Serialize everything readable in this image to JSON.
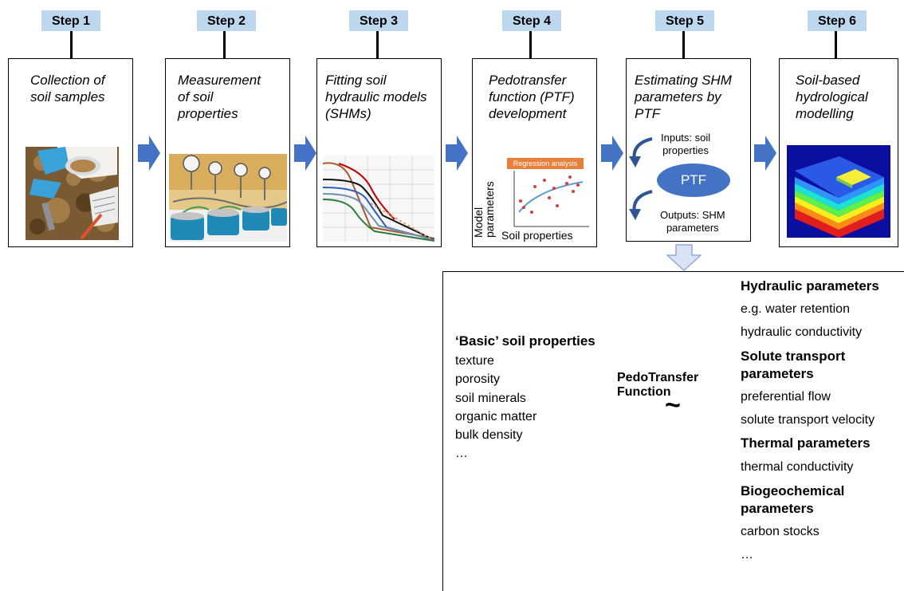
{
  "steps": [
    {
      "label": "Step 1",
      "title": "Collection of\nsoil samples"
    },
    {
      "label": "Step 2",
      "title": "Measurement\nof soil\nproperties"
    },
    {
      "label": "Step 3",
      "title": "Fitting soil\nhydraulic models\n(SHMs)"
    },
    {
      "label": "Step 4",
      "title": "Pedotransfer\nfunction (PTF)\ndevelopment"
    },
    {
      "label": "Step 5",
      "title": "Estimating SHM\nparameters by\nPTF"
    },
    {
      "label": "Step 6",
      "title": "Soil-based\nhydrological\nmodelling"
    }
  ],
  "step4_figure": {
    "banner": "Regression analysis",
    "ylabel_line1": "Model",
    "ylabel_line2": "parameters",
    "xlabel": "Soil properties"
  },
  "step5_figure": {
    "inputs_line1": "Inputs: soil",
    "inputs_line2": "properties",
    "ptf": "PTF",
    "outputs_line1": "Outputs: SHM",
    "outputs_line2": "parameters"
  },
  "detail": {
    "basic_heading": "‘Basic’ soil properties",
    "basic_items": [
      "texture",
      "porosity",
      "soil minerals",
      "organic matter",
      "bulk density",
      "…"
    ],
    "ptf_line1": "PedoTransfer",
    "ptf_line2": "Function",
    "tilde": "~",
    "groups": [
      {
        "heading": "Hydraulic parameters",
        "items": [
          "e.g. water retention",
          "hydraulic conductivity"
        ]
      },
      {
        "heading": "Solute transport\nparameters",
        "items": [
          "preferential flow",
          "solute transport velocity"
        ]
      },
      {
        "heading": "Thermal parameters",
        "items": [
          "thermal conductivity"
        ]
      },
      {
        "heading": "Biogeochemical\nparameters",
        "items": [
          "carbon stocks",
          "…"
        ]
      }
    ]
  },
  "colors": {
    "step_label_bg": "#bdd7ee",
    "arrow": "#4472c4",
    "ptf_ellipse": "#4472c4",
    "down_arrow_fill": "#dae3f3"
  }
}
